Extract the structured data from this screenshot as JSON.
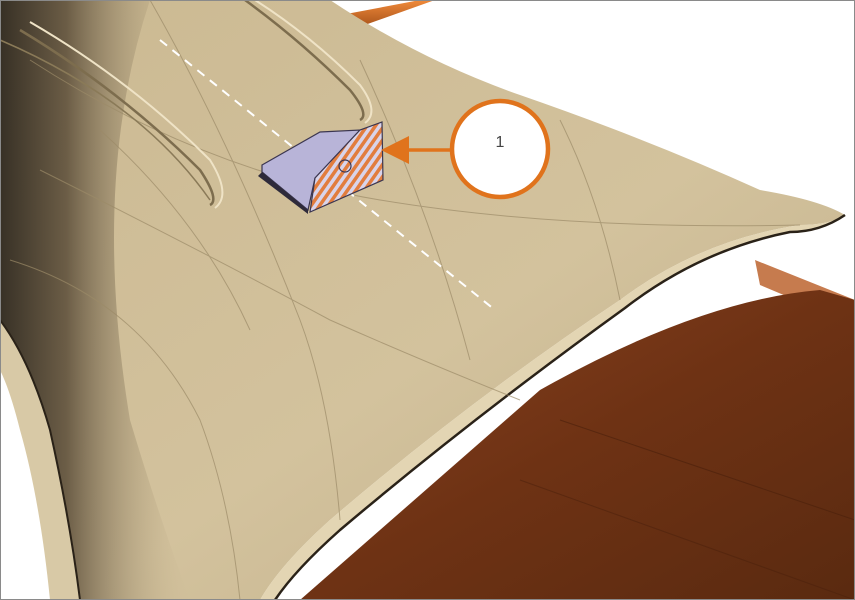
{
  "callout": {
    "number": "1",
    "color": "#e0731c"
  },
  "colors": {
    "surface": "#c9b891",
    "surface_shadow": "#2a2218",
    "interior": "#7a3a1a",
    "part_face": "#b8b4d8",
    "part_stripe": "#e07a3c"
  },
  "icons": {
    "part": "bracket-part",
    "centerline": "dashed-centerline"
  }
}
